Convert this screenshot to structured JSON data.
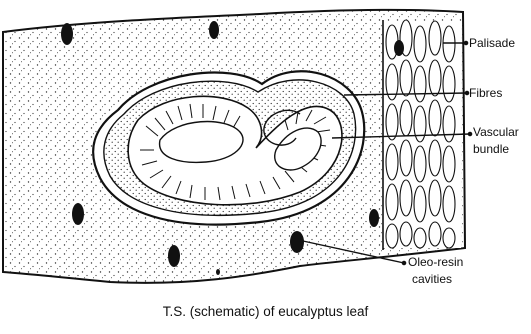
{
  "labels": {
    "palisade": "Palisade",
    "fibres": "Fibres",
    "vascular_bundle_line1": "Vascular",
    "vascular_bundle_line2": "bundle",
    "oleo_resin_line1": "Oleo-resin",
    "oleo_resin_line2": "cavities"
  },
  "caption": "T.S. (schematic) of eucalyptus leaf",
  "colors": {
    "ink": "#111111",
    "background": "#ffffff"
  }
}
